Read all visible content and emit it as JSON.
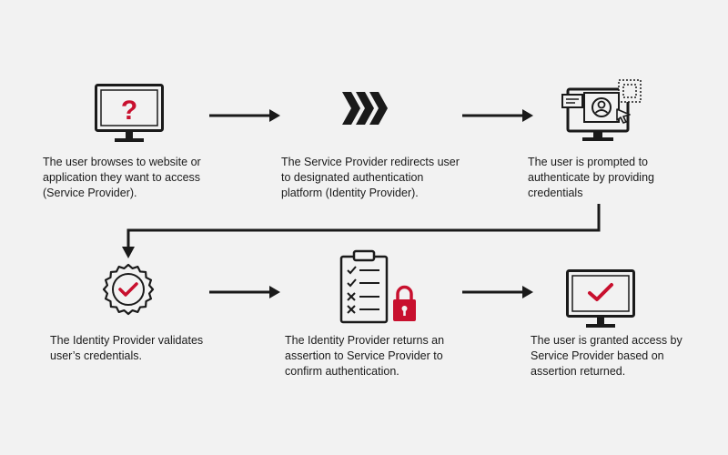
{
  "colors": {
    "background": "#f2f2f2",
    "accent": "#c8102e",
    "stroke": "#1a1a1a"
  },
  "steps": [
    {
      "icon": "monitor-question-icon",
      "caption": [
        "The user browses to website or",
        "application they want to access",
        "(Service Provider)."
      ]
    },
    {
      "icon": "chevrons-forward-icon",
      "caption": [
        "The Service Provider redirects user",
        "to designated authentication",
        "platform (Identity Provider)."
      ]
    },
    {
      "icon": "monitor-login-icon",
      "caption": [
        "The user is prompted to",
        "authenticate by providing",
        "credentials"
      ]
    },
    {
      "icon": "badge-check-icon",
      "caption": [
        "The Identity Provider validates",
        "user’s credentials."
      ]
    },
    {
      "icon": "clipboard-lock-icon",
      "caption": [
        "The Identity Provider returns an",
        "assertion to Service Provider to",
        "confirm authentication."
      ]
    },
    {
      "icon": "monitor-check-icon",
      "caption": [
        "The user is granted access by",
        "Service Provider based on",
        "assertion returned."
      ]
    }
  ],
  "question_mark": "?"
}
